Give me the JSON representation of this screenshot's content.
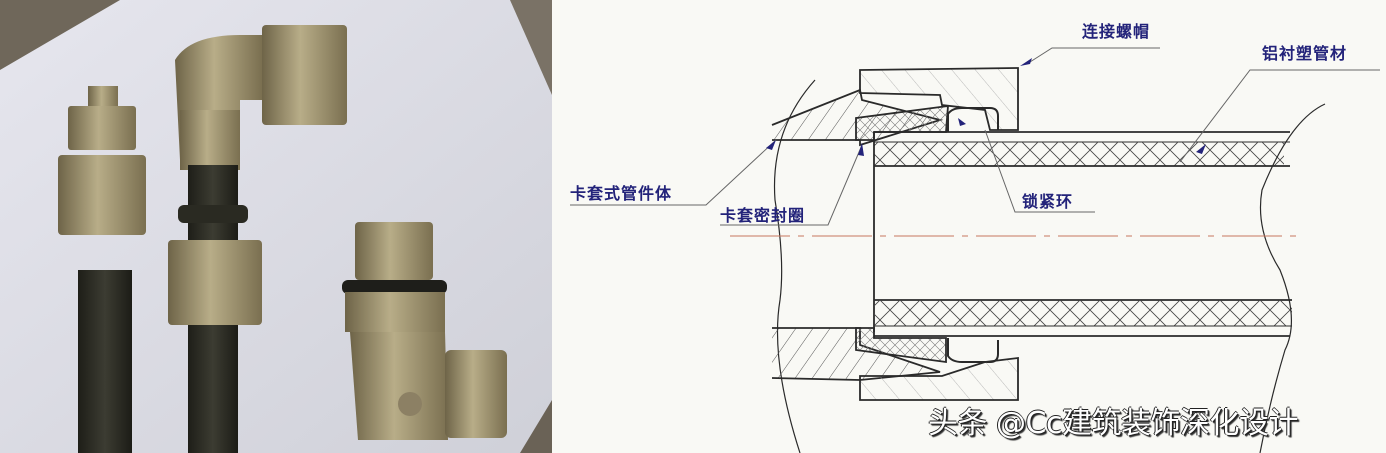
{
  "photo": {
    "description": "Photograph of brass compression fittings (elbows, straight connectors, nuts) with dark aluminium-plastic pipes on a white surface",
    "colors": {
      "background": "#dcdce4",
      "brass": "#a89c78",
      "pipe": "#2e2e26",
      "shadow_corner": "#6c6456"
    }
  },
  "drawing": {
    "labels": {
      "connecting_nut": "连接螺帽",
      "pipe_material": "铝衬塑管材",
      "fitting_body": "卡套式管件体",
      "ferrule_seal": "卡套密封圈",
      "locking_ring": "锁紧环"
    },
    "colors": {
      "line": "#2a2a2a",
      "label": "#23237a",
      "centerline": "#c87860",
      "background": "#f9f9f5"
    }
  },
  "watermark": {
    "text": "头条 @Cc建筑装饰深化设计"
  }
}
